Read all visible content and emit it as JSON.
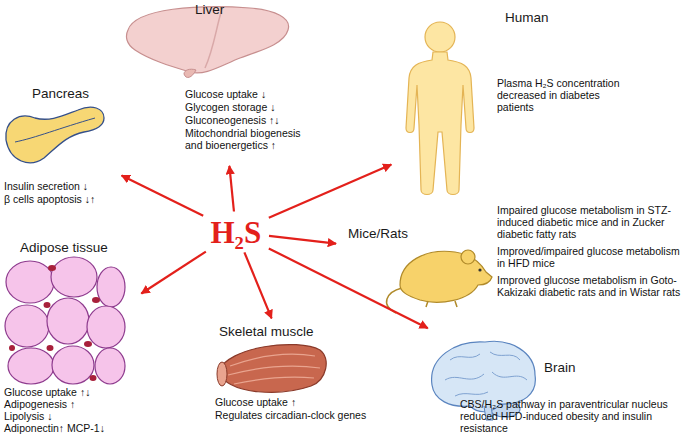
{
  "diagram": {
    "nodes": [
      {
        "text": [
          "Liver",
          "Glucose uptake ↓",
          "Glycogen storage ↓",
          "Gluconeogenesis ↑↓",
          "Mitochondrial biogenesis and bioenergetics ↑"
        ]
      },
      {
        "text": [
          "Human",
          "Plasma H₂S concentration decreased in diabetes patients"
        ]
      },
      {
        "text": [
          "Pancreas",
          "Insulin secretion ↓",
          "β cells apoptosis ↓↑"
        ]
      },
      {
        "text": [
          "H₂S"
        ]
      },
      {
        "text": [
          "Mice/Rats",
          "Impaired glucose metabolism in STZ-induced diabetic mice and in Zucker diabetic fatty rats",
          "Improved/impaired glucose metabolism in HFD mice",
          "Improved glucose metabolism in Goto-Kakizaki diabetic rats and in Wistar rats"
        ]
      },
      {
        "text": [
          "Adipose tissue",
          "Glucose uptake ↑↓",
          "Adipogenesis ↑",
          "Lipolysis ↓",
          "Adiponectin↑ MCP-1↓"
        ]
      },
      {
        "text": [
          "Skeletal muscle",
          "Glucose uptake ↑",
          "Regulates circadian-clock genes"
        ]
      },
      {
        "text": [
          "Brain",
          "CBS/H₂S pathway in paraventricular nucleus reduced HFD-induced obesity and insulin resistance"
        ]
      }
    ],
    "edges": [
      {
        "from": 3,
        "to": 0,
        "arrow": "to"
      },
      {
        "from": 3,
        "to": 1,
        "arrow": "to"
      },
      {
        "from": 3,
        "to": 2,
        "arrow": "to"
      },
      {
        "from": 3,
        "to": 4,
        "arrow": "to"
      },
      {
        "from": 3,
        "to": 5,
        "arrow": "to"
      },
      {
        "from": 3,
        "to": 6,
        "arrow": "to"
      },
      {
        "from": 3,
        "to": 7,
        "arrow": "to"
      }
    ]
  }
}
